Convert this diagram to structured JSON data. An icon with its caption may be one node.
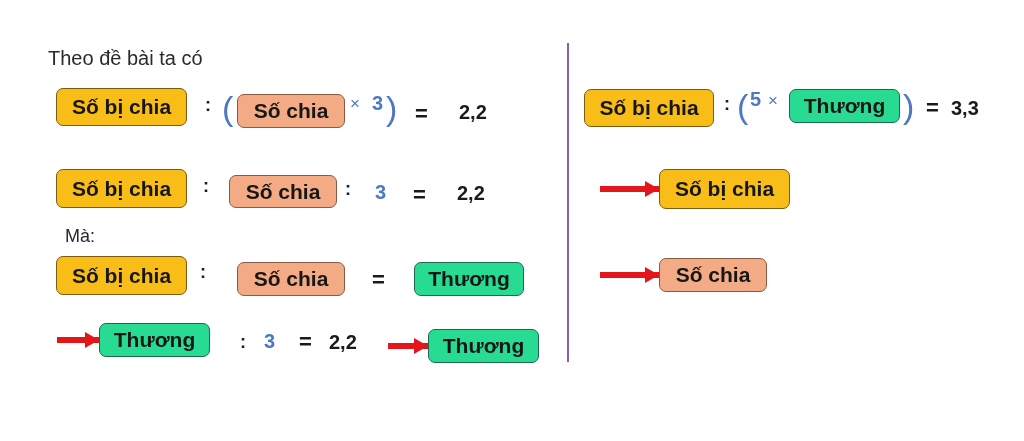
{
  "diagram": {
    "nodes": [
      {
        "text": [
          "Số bị chia"
        ]
      },
      {
        "text": [
          "Số chia"
        ]
      },
      {
        "text": [
          "Số bị chia"
        ]
      },
      {
        "text": [
          "Số chia"
        ]
      },
      {
        "text": [
          "Số bị chia"
        ]
      },
      {
        "text": [
          "Số chia"
        ]
      },
      {
        "text": [
          "Thương"
        ]
      },
      {
        "text": [
          "Thương"
        ]
      },
      {
        "text": [
          "Thương"
        ]
      },
      {
        "text": [
          "Số bị chia"
        ]
      },
      {
        "text": [
          "Thương"
        ]
      },
      {
        "text": [
          "Số bị chia"
        ]
      },
      {
        "text": [
          "Số chia"
        ]
      }
    ],
    "edges": [
      {
        "from": null,
        "to": 7,
        "arrow": "to"
      },
      {
        "from": null,
        "to": 8,
        "arrow": "to"
      },
      {
        "from": null,
        "to": 11,
        "arrow": "to"
      },
      {
        "from": null,
        "to": 12,
        "arrow": "to"
      }
    ],
    "labels": [
      "Theo đề bài ta có",
      ":",
      "(",
      "×",
      "3",
      ")",
      "=",
      "2,2",
      ":",
      ":",
      "3",
      "=",
      "2,2",
      "Mà:",
      ":",
      "=",
      ":",
      "3",
      "=",
      "2,2",
      ":",
      "(",
      "5",
      "×",
      ")",
      "=",
      "3,3"
    ]
  }
}
